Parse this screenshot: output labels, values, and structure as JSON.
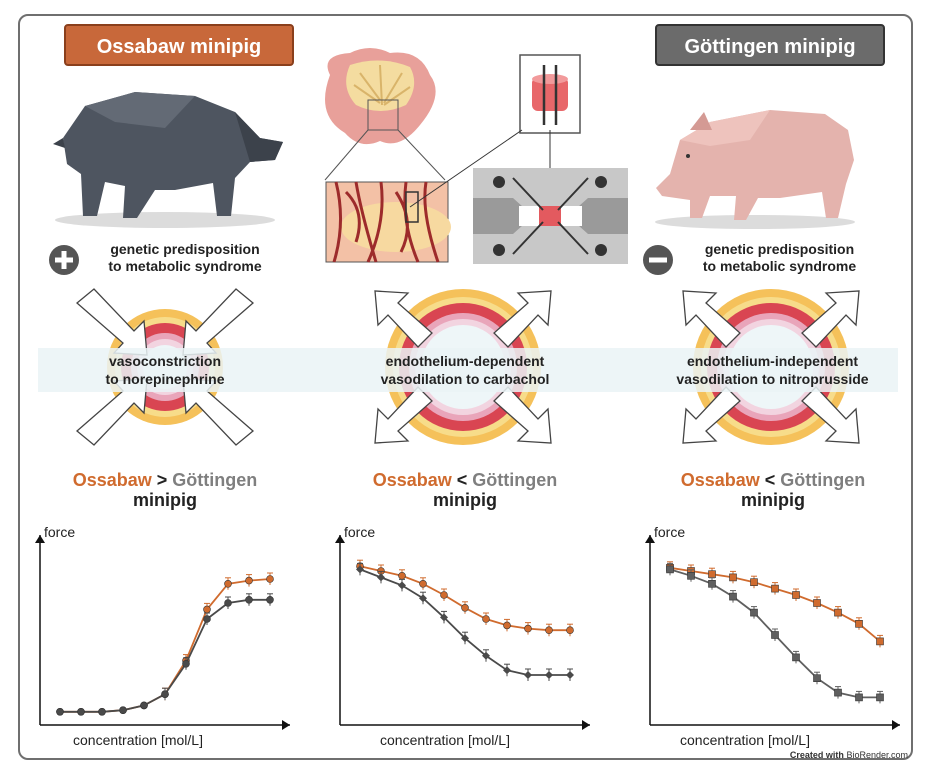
{
  "titles": {
    "left": "Ossabaw minipig",
    "right": "Göttingen minipig"
  },
  "predisposition": {
    "left": {
      "sign": "+",
      "line1": "genetic predisposition",
      "line2": "to metabolic syndrome"
    },
    "right": {
      "sign": "−",
      "line1": "genetic predisposition",
      "line2": "to metabolic syndrome"
    }
  },
  "responses": [
    {
      "line1": "vasoconstriction",
      "line2": "to norepinephrine"
    },
    {
      "line1": "endothelium-dependent",
      "line2": "vasodilation to carbachol"
    },
    {
      "line1": "endothelium-independent",
      "line2": "vasodilation to nitroprusside"
    }
  ],
  "comparisons": [
    {
      "a": "Ossabaw",
      "op": ">",
      "b": "Göttingen",
      "sub": "minipig"
    },
    {
      "a": "Ossabaw",
      "op": "<",
      "b": "Göttingen",
      "sub": "minipig"
    },
    {
      "a": "Ossabaw",
      "op": "<",
      "b": "Göttingen",
      "sub": "minipig"
    }
  ],
  "axes": {
    "y": "force",
    "x": "concentration [mol/L]"
  },
  "credit": {
    "prefix": "Created with",
    "brand": "BioRender.com"
  },
  "colors": {
    "ossabaw": "#d06b2e",
    "gottingen": "#5f5f5f",
    "title_left": "#c8683a",
    "title_right": "#6b6b6b"
  },
  "chart_data": [
    {
      "type": "line",
      "xlabel": "concentration [mol/L]",
      "ylabel": "force",
      "x": [
        1,
        2,
        3,
        4,
        5,
        6,
        7,
        8,
        9,
        10,
        11
      ],
      "ylim": [
        0,
        1
      ],
      "series": [
        {
          "color": "#d06b2e",
          "marker": "circle",
          "values": [
            0.02,
            0.02,
            0.02,
            0.03,
            0.06,
            0.13,
            0.34,
            0.66,
            0.82,
            0.84,
            0.85
          ]
        },
        {
          "color": "#4a4a4a",
          "marker": "circle",
          "values": [
            0.02,
            0.02,
            0.02,
            0.03,
            0.06,
            0.13,
            0.32,
            0.6,
            0.7,
            0.72,
            0.72
          ]
        }
      ]
    },
    {
      "type": "line",
      "xlabel": "concentration [mol/L]",
      "ylabel": "force",
      "x": [
        1,
        2,
        3,
        4,
        5,
        6,
        7,
        8,
        9,
        10,
        11
      ],
      "ylim": [
        0,
        1
      ],
      "series": [
        {
          "color": "#d06b2e",
          "marker": "circle",
          "values": [
            0.93,
            0.9,
            0.87,
            0.82,
            0.75,
            0.67,
            0.6,
            0.56,
            0.54,
            0.53,
            0.53
          ]
        },
        {
          "color": "#4a4a4a",
          "marker": "diamond",
          "values": [
            0.91,
            0.86,
            0.81,
            0.73,
            0.61,
            0.48,
            0.37,
            0.28,
            0.25,
            0.25,
            0.25
          ]
        }
      ]
    },
    {
      "type": "line",
      "xlabel": "concentration [mol/L]",
      "ylabel": "force",
      "x": [
        1,
        2,
        3,
        4,
        5,
        6,
        7,
        8,
        9,
        10,
        11
      ],
      "ylim": [
        0,
        1
      ],
      "series": [
        {
          "color": "#d06b2e",
          "marker": "square",
          "values": [
            0.92,
            0.9,
            0.88,
            0.86,
            0.83,
            0.79,
            0.75,
            0.7,
            0.64,
            0.57,
            0.46
          ]
        },
        {
          "color": "#5f5f5f",
          "marker": "square",
          "values": [
            0.91,
            0.87,
            0.82,
            0.74,
            0.64,
            0.5,
            0.36,
            0.23,
            0.14,
            0.11,
            0.11
          ]
        }
      ]
    }
  ]
}
